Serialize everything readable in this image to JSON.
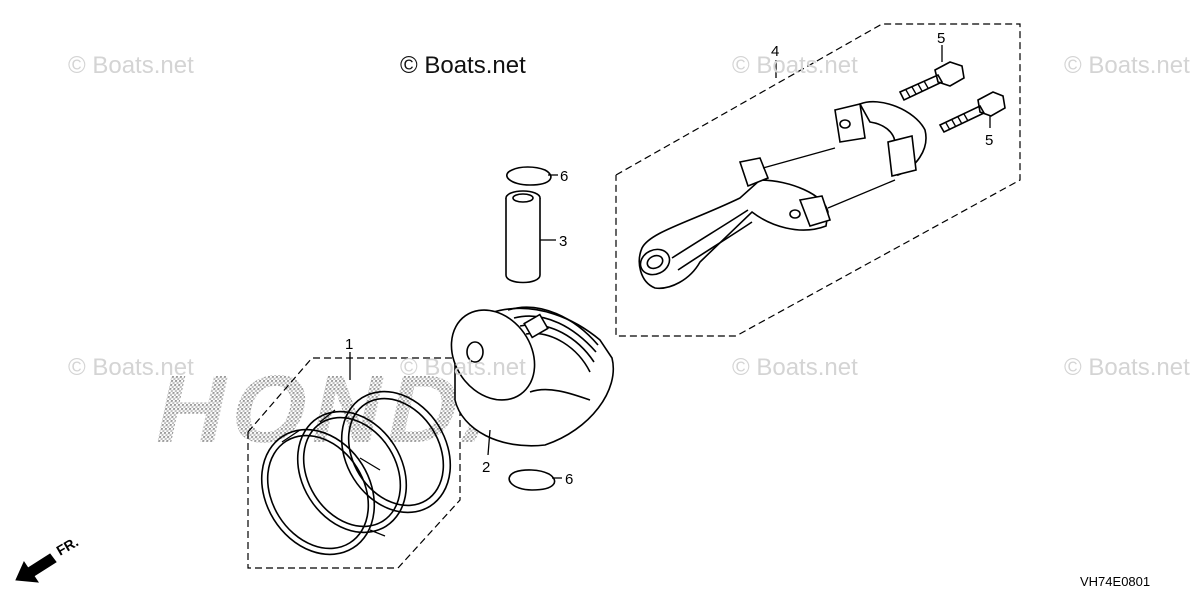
{
  "watermarks": {
    "main": "© Boats.net",
    "tl": "© Boats.net",
    "tc": "© Boats.net",
    "tr": "© Boats.net",
    "ml": "© Boats.net",
    "mc": "© Boats.net",
    "mcr": "© Boats.net",
    "mr": "© Boats.net"
  },
  "diagram_code": "VH74E0801",
  "background_logo": "HONDA",
  "front_arrow": {
    "label": "FR."
  },
  "callouts": {
    "c1": "1",
    "c2": "2",
    "c3": "3",
    "c4": "4",
    "c5a": "5",
    "c5b": "5",
    "c6a": "6",
    "c6b": "6"
  },
  "parts": [
    {
      "ref": "1",
      "name": "piston-ring-set"
    },
    {
      "ref": "2",
      "name": "piston"
    },
    {
      "ref": "3",
      "name": "piston-pin"
    },
    {
      "ref": "4",
      "name": "connecting-rod-assembly"
    },
    {
      "ref": "5",
      "name": "connecting-rod-bolt"
    },
    {
      "ref": "6",
      "name": "piston-pin-clip"
    }
  ]
}
